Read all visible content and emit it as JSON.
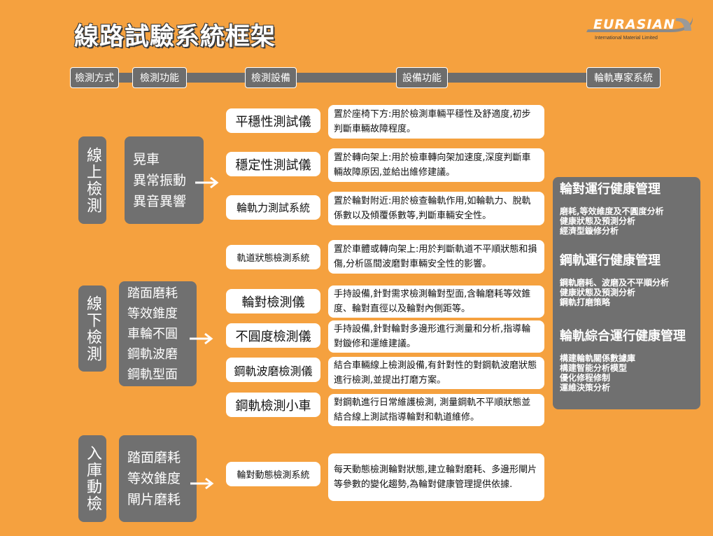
{
  "title": "線路試驗系統框架",
  "logo": {
    "brand": "EURASIAN",
    "sub": "International Material Limited"
  },
  "headers": [
    "檢測方式",
    "檢測功能",
    "檢測設備",
    "設備功能",
    "輪軌專家系統"
  ],
  "sections": [
    {
      "method": "線上檢測",
      "functions": [
        "晃車",
        "異常振動",
        "異音異響"
      ]
    },
    {
      "method": "線下檢測",
      "functions": [
        "踏面磨耗",
        "等效錐度",
        "車輪不圓",
        "鋼軌波磨",
        "鋼軌型面"
      ]
    },
    {
      "method": "入庫動檢",
      "functions": [
        "踏面磨耗",
        "等效錐度",
        "閘片磨耗"
      ]
    }
  ],
  "equipment": [
    {
      "name": "平穩性測試儀",
      "desc": "置於座椅下方:用於檢測車輛平穩性及舒適度,初步判斷車輛故障程度。"
    },
    {
      "name": "穩定性測試儀",
      "desc": "置於轉向架上:用於檢車轉向架加速度,深度判斷車輛故障原因,並給出維修建議。"
    },
    {
      "name": "輪軌力測試系統",
      "desc": "置於輪對附近:用於檢查輪軌作用,如輪軌力、脫軌係數以及傾覆係數等,判斷車輛安全性。"
    },
    {
      "name": "軌道狀態檢測系統",
      "desc": "置於車體或轉向架上:用於判斷軌道不平順狀態和損傷,分析區間波磨對車輛安全性的影響。"
    },
    {
      "name": "輪對檢測儀",
      "desc": "手持設備,針對需求檢測輪對型面,含輪磨耗等效錐度、輪對直徑以及輪對內側距等。"
    },
    {
      "name": "不圓度檢測儀",
      "desc": "手持設備,針對輪對多邊形進行測量和分析,指導輪對鏇修和運維建議。"
    },
    {
      "name": "鋼軌波磨檢測儀",
      "desc": "結合車輛線上檢測設備,有針對性的對鋼軌波磨狀態進行檢測,並提出打磨方案。"
    },
    {
      "name": "鋼軌檢測小車",
      "desc": "對鋼軌進行日常維護檢測, 測量鋼軌不平順狀態並結合線上測試指導輪對和軌道維修。"
    },
    {
      "name": "輪對動態檢測系統",
      "desc": "每天動態檢測輪對狀態,建立輪對磨耗、多邊形閘片等參數的變化趨勢,為輪對健康管理提供依據."
    }
  ],
  "expert": [
    {
      "heading": "輪對運行健康管理",
      "items": [
        "磨耗,等效維度及不圓度分析",
        "健康狀態及預測分析",
        "經濟型鏇修分析"
      ]
    },
    {
      "heading": "鋼軌運行健康管理",
      "items": [
        "鋼軌磨耗、波磨及不平順分析",
        "健康狀態及預測分析",
        "鋼軌打磨策略"
      ]
    },
    {
      "heading": "輪軌綜合運行健康管理",
      "items": [
        "構建輪軌關係數據庫",
        "構建智能分析模型",
        "優化修程修制",
        "運維決策分析"
      ]
    }
  ]
}
